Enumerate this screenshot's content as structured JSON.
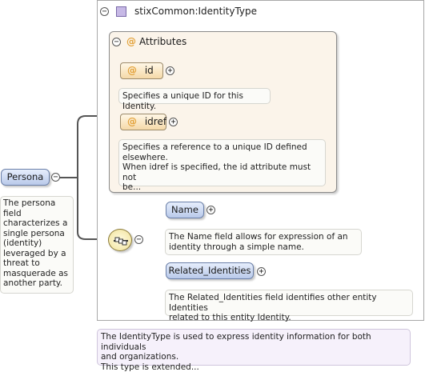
{
  "root": {
    "name": "Persona",
    "description": "The persona field characterizes a single persona (identity) leveraged by a threat to masquerade as another party.",
    "description_lines": [
      "The persona",
      "field",
      "characterizes a",
      "single persona",
      "(identity)",
      "leveraged by a",
      "threat to",
      "masquerade as",
      "another party."
    ]
  },
  "type": {
    "name": "stixCommon:IdentityType",
    "description_lines": [
      "The IdentityType is used to express identity information for both individuals",
      "and organizations.",
      "This type is extended..."
    ]
  },
  "attributes": {
    "title": "Attributes",
    "at_symbol": "@",
    "items": [
      {
        "name": "id",
        "doc_lines": [
          "Specifies a unique ID for this Identity."
        ]
      },
      {
        "name": "idref",
        "doc_lines": [
          "Specifies a reference to a unique ID defined",
          "elsewhere.",
          "When idref is specified, the id attribute must not",
          "be..."
        ]
      }
    ]
  },
  "children": [
    {
      "name": "Name",
      "doc_lines": [
        "The Name field allows for expression of an",
        "identity through a simple name."
      ]
    },
    {
      "name": "Related_Identities",
      "doc_lines": [
        "The Related_Identities field identifies other entity Identities",
        "related to this entity Identity."
      ]
    }
  ],
  "icons": {
    "collapse": "−",
    "expand": "+"
  },
  "colors": {
    "element_fill": "#b9c9ea",
    "attribute_fill": "#f5d9a8",
    "type_icon": "#c7b9e6"
  }
}
